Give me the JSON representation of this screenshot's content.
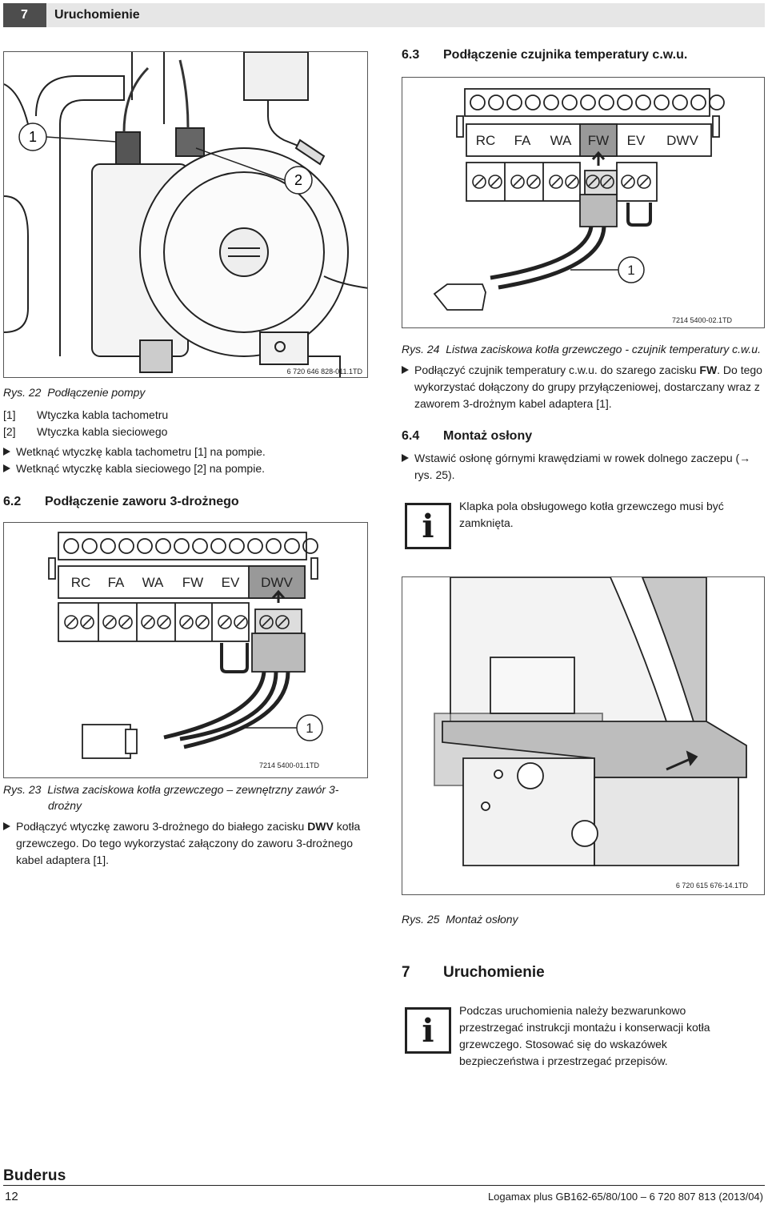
{
  "header": {
    "chapter_num": "7",
    "chapter_title": "Uruchomienie"
  },
  "left": {
    "fig22": {
      "id": "6 720 646 828-011.1TD",
      "callout1": "1",
      "callout2": "2",
      "caption_num": "Rys. 22",
      "caption": "Podłączenie pompy",
      "legend": [
        {
          "key": "[1]",
          "text": "Wtyczka kabla tachometru"
        },
        {
          "key": "[2]",
          "text": "Wtyczka kabla sieciowego"
        }
      ],
      "steps": [
        "Wetknąć wtyczkę kabla tachometru [1] na pompie.",
        "Wetknąć wtyczkę kabla sieciowego [2] na pompie."
      ]
    },
    "sec62": {
      "num": "6.2",
      "title": "Podłączenie zaworu 3-drożnego"
    },
    "fig23": {
      "id": "7214 5400-01.1TD",
      "callout": "1",
      "labels": [
        "RC",
        "FA",
        "WA",
        "FW",
        "EV",
        "DWV"
      ],
      "caption_num": "Rys. 23",
      "caption_line1": "Listwa zaciskowa kotła grzewczego – zewnętrzny zawór 3-",
      "caption_line2": "drożny",
      "step_a": "Podłączyć wtyczkę zaworu 3-drożnego do białego zacisku ",
      "step_bold": "DWV",
      "step_b": " kotła",
      "step_line2": "grzewczego. Do tego wykorzystać załączony do zaworu 3-drożnego",
      "step_line3": "kabel adaptera [1]."
    }
  },
  "right": {
    "sec63": {
      "num": "6.3",
      "title": "Podłączenie czujnika temperatury c.w.u."
    },
    "fig24": {
      "id": "7214 5400-02.1TD",
      "callout": "1",
      "labels": [
        "RC",
        "FA",
        "WA",
        "FW",
        "EV",
        "DWV"
      ],
      "caption_num": "Rys. 24",
      "caption": "Listwa zaciskowa kotła grzewczego - czujnik temperatury c.w.u.",
      "step_a": "Podłączyć czujnik temperatury c.w.u. do szarego zacisku ",
      "step_bold": "FW",
      "step_b": ". Do tego",
      "step_line2": "wykorzystać dołączony do grupy przyłączeniowej, dostarczany wraz z",
      "step_line3": "zaworem 3-drożnym kabel adaptera [1]."
    },
    "sec64": {
      "num": "6.4",
      "title": "Montaż osłony"
    },
    "step64_line1": "Wstawić osłonę górnymi krawędziami w rowek dolnego zaczepu (→",
    "step64_line2": "rys. 25).",
    "info1_line1": "Klapka pola obsługowego kotła grzewczego musi być",
    "info1_line2": "zamknięta.",
    "fig25": {
      "id": "6 720 615 676-14.1TD",
      "caption_num": "Rys. 25",
      "caption": "Montaż osłony"
    },
    "sec7": {
      "num": "7",
      "title": "Uruchomienie"
    },
    "info2": [
      "Podczas uruchomienia należy bezwarunkowo",
      "przestrzegać instrukcji montażu i konserwacji kotła",
      "grzewczego. Stosować się do wskazówek",
      "bezpieczeństwa i przestrzegać przepisów."
    ]
  },
  "footer": {
    "brand": "Buderus",
    "page": "12",
    "doc": "Logamax plus GB162-65/80/100 – 6 720 807 813 (2013/04)"
  }
}
